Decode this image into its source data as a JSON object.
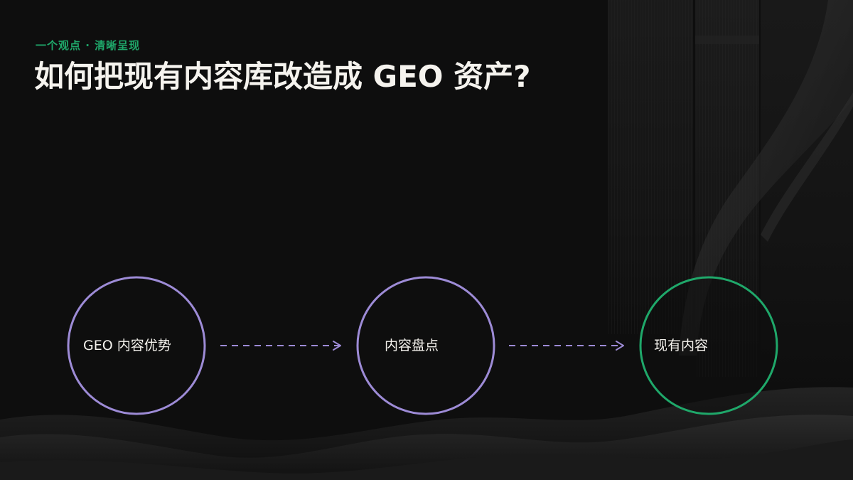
{
  "eyebrow": "一个观点 · 清晰呈现",
  "title": "如何把现有内容库改造成 GEO 资产?",
  "colors": {
    "background": "#0e0e0e",
    "accent_green": "#1fa86a",
    "purple": "#9d8bd6",
    "text": "#f5f3ee"
  },
  "diagram": {
    "nodes": [
      {
        "id": "geo-advantage",
        "label": "GEO 内容优势",
        "color": "#9d8bd6"
      },
      {
        "id": "content-audit",
        "label": "内容盘点",
        "color": "#9d8bd6"
      },
      {
        "id": "existing-content",
        "label": "现有内容",
        "color": "#1fa86a"
      }
    ],
    "edges": [
      {
        "from": "geo-advantage",
        "to": "content-audit",
        "style": "dashed"
      },
      {
        "from": "content-audit",
        "to": "existing-content",
        "style": "dashed"
      }
    ]
  }
}
